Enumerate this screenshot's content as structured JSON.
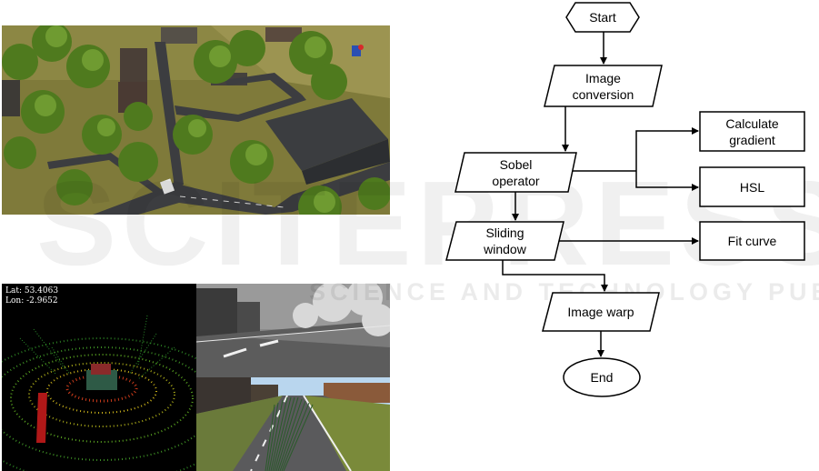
{
  "lidar": {
    "lat_label": "Lat: 53.4063",
    "lon_label": "Lon: -2.9652"
  },
  "watermark": {
    "big": "SCITEPRESS",
    "small": "SCIENCE AND TECHNOLOGY PUBLICATIONS"
  },
  "flowchart": {
    "start": "Start",
    "image_conversion": [
      "Image",
      "conversion"
    ],
    "sobel_operator": [
      "Sobel",
      "operator"
    ],
    "calculate_gradient": [
      "Calculate",
      "gradient"
    ],
    "hsl": "HSL",
    "sliding_window": [
      "Sliding",
      "window"
    ],
    "fit_curve": "Fit curve",
    "image_warp": "Image warp",
    "end": "End"
  }
}
